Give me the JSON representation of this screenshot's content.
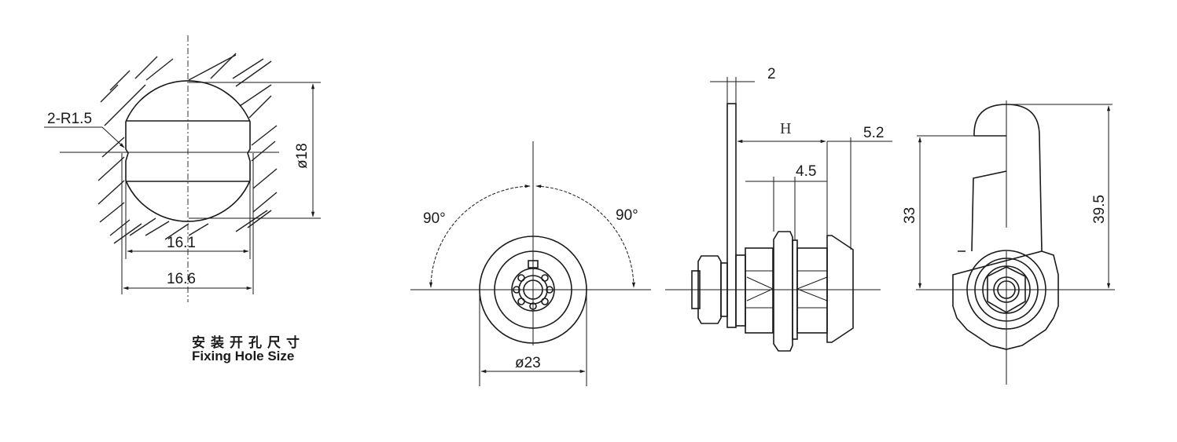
{
  "drawing": {
    "title_cn": "安装开孔尺寸",
    "title_en": "Fixing Hole Size",
    "fixing_hole": {
      "radius_label": "2-R1.5",
      "diameter_label": "ø18",
      "inner_width_label": "16.1",
      "outer_width_label": "16.6"
    },
    "front_view": {
      "angle_left": "90°",
      "angle_right": "90°",
      "diameter_label": "ø23"
    },
    "side_view": {
      "cam_thickness_label": "2",
      "height_label": "H",
      "flange_label": "5.2",
      "nut_label": "4.5"
    },
    "back_view": {
      "height_short_label": "33",
      "height_long_label": "39.5"
    }
  }
}
